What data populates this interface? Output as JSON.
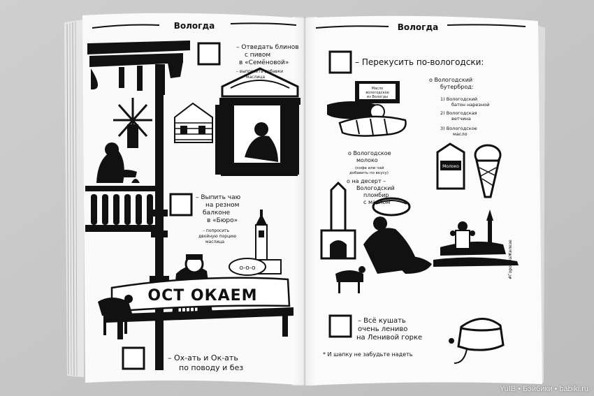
{
  "left_page": {
    "header": "Вологда",
    "item1": {
      "lines": [
        "– Отведать блинов",
        "с пивом",
        "в «Семёновой»"
      ],
      "note": [
        "– выпросить добавки",
        "маслица"
      ]
    },
    "item2": {
      "lines": [
        "– Выпить чаю",
        "на резном",
        "балконе",
        "в «Бюро»"
      ],
      "note": [
        "– попросить",
        "двойную порцию",
        "маслица"
      ]
    },
    "item3": {
      "lines": [
        "– Ох-ать и Ок-ать",
        "по поводу и без"
      ]
    },
    "speech": "о-о-о",
    "sign": "ОСТ ОКАЕМ"
  },
  "right_page": {
    "header": "Вологда",
    "item1": {
      "title": "– Перекусить по-вологодски:"
    },
    "sandwich": {
      "title": [
        "о Вологодский",
        "бутерброд:"
      ],
      "items": [
        [
          "1) Вологодский",
          "батон нарезной"
        ],
        [
          "2) Вологодская",
          "ветчина"
        ],
        [
          "3) Вологодское",
          "масло"
        ]
      ]
    },
    "milk": [
      "о Вологодское",
      "молоко"
    ],
    "milk_note": [
      "(кофе или чай",
      "добавить по вкусу)"
    ],
    "dessert": [
      "о на десерт –",
      "Вологодский",
      "пломбир",
      "с маслом"
    ],
    "butter_label": [
      "Масло",
      "вологодское",
      "из Вологды"
    ],
    "milk_label": "Молоко",
    "item2": [
      "– Всё кушать",
      "очень лениво",
      "на Ленивой горке"
    ],
    "footnote": "* И шапку не забудьте надеть",
    "hashtag": "#ГородНаЖелезе"
  },
  "watermark": "YuIB • Бэйбики • babiki.ru"
}
